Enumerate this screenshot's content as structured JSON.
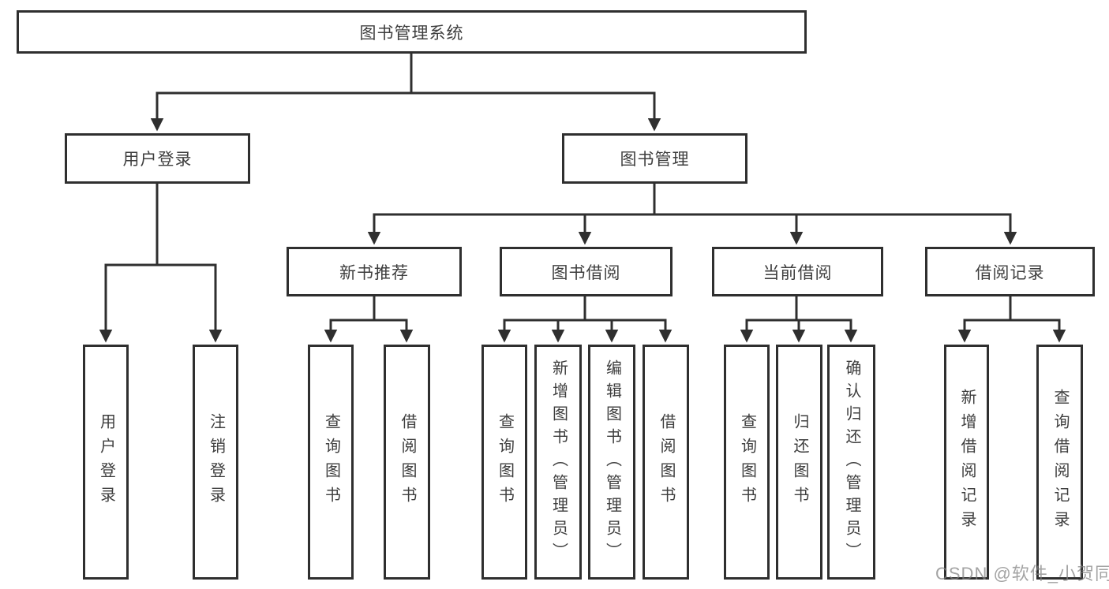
{
  "diagram_title": "图书管理系统",
  "colors": {
    "line": "#2f2f2f",
    "box_border": "#2f2f2f",
    "text": "#3e3e3e",
    "background": "#ffffff",
    "watermark": "#9b9b9b"
  },
  "tree": {
    "label": "图书管理系统",
    "children": [
      {
        "label": "用户登录",
        "children": [
          {
            "label": "用户登录"
          },
          {
            "label": "注销登录"
          }
        ]
      },
      {
        "label": "图书管理",
        "children": [
          {
            "label": "新书推荐",
            "children": [
              {
                "label": "查询图书"
              },
              {
                "label": "借阅图书"
              }
            ]
          },
          {
            "label": "图书借阅",
            "children": [
              {
                "label": "查询图书"
              },
              {
                "label": "新增图书（管理员）"
              },
              {
                "label": "编辑图书（管理员）"
              },
              {
                "label": "借阅图书"
              }
            ]
          },
          {
            "label": "当前借阅",
            "children": [
              {
                "label": "查询图书"
              },
              {
                "label": "归还图书"
              },
              {
                "label": "确认归还（管理员）"
              }
            ]
          },
          {
            "label": "借阅记录",
            "children": [
              {
                "label": "新增借阅记录"
              },
              {
                "label": "查询借阅记录"
              }
            ]
          }
        ]
      }
    ]
  },
  "watermark": {
    "text": "CSDN @软件_小贺同学"
  }
}
